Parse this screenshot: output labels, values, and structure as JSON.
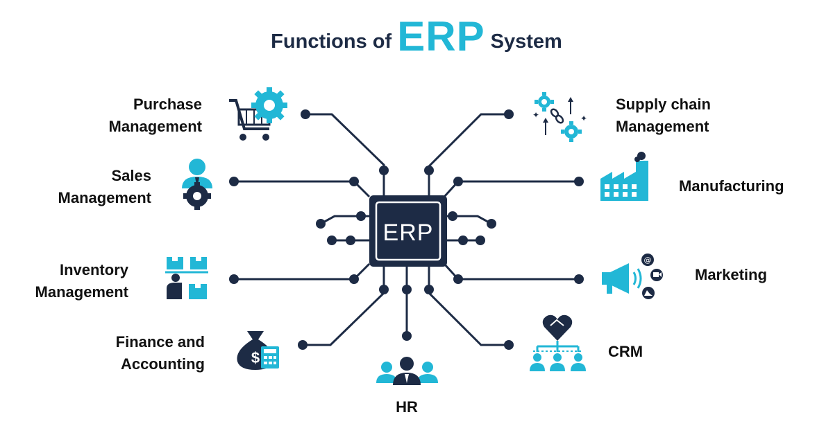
{
  "title": {
    "prefix": "Functions of",
    "emphasis": "ERP",
    "suffix": "System"
  },
  "chip": {
    "label": "ERP"
  },
  "functions": {
    "purchase": {
      "line1": "Purchase",
      "line2": "Management"
    },
    "sales": {
      "line1": "Sales",
      "line2": "Management"
    },
    "inventory": {
      "line1": "Inventory",
      "line2": "Management"
    },
    "finance": {
      "line1": "Finance and",
      "line2": "Accounting"
    },
    "hr": {
      "line1": "HR"
    },
    "supply_chain": {
      "line1": "Supply chain",
      "line2": "Management"
    },
    "manufacturing": {
      "line1": "Manufacturing"
    },
    "marketing": {
      "line1": "Marketing"
    },
    "crm": {
      "line1": "CRM"
    }
  },
  "colors": {
    "navy": "#1d2b45",
    "cyan": "#22b7d6",
    "text": "#111111"
  }
}
